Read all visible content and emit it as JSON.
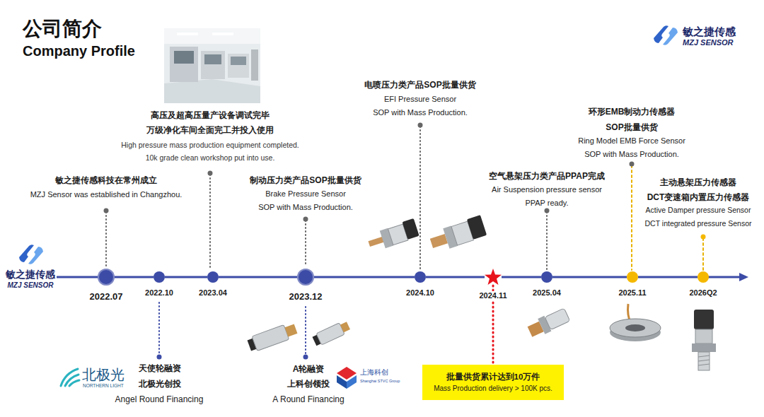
{
  "diagram": {
    "title": "公司简介",
    "nodes": [
      {
        "text": [
          "2022.07"
        ]
      },
      {
        "text": [
          "2022.10"
        ]
      },
      {
        "text": [
          "2023.04"
        ]
      },
      {
        "text": [
          "2023.12"
        ]
      },
      {
        "text": [
          "2024.10"
        ]
      },
      {
        "text": [
          "2024.11"
        ]
      },
      {
        "text": [
          "2025.04"
        ]
      },
      {
        "text": [
          "2025.11"
        ]
      },
      {
        "text": [
          "2026Q2"
        ]
      },
      {
        "text": [
          "批量供货累计达到10万件",
          "Mass Production delivery > 100K pcs."
        ]
      }
    ],
    "edges": [
      {
        "from": 0,
        "to": 1,
        "arrow": "none"
      },
      {
        "from": 1,
        "to": 2,
        "arrow": "none"
      },
      {
        "from": 2,
        "to": 3,
        "arrow": "none"
      },
      {
        "from": 3,
        "to": 4,
        "arrow": "none"
      },
      {
        "from": 4,
        "to": 5,
        "arrow": "none"
      },
      {
        "from": 5,
        "to": 6,
        "arrow": "none"
      },
      {
        "from": 6,
        "to": 7,
        "arrow": "none"
      },
      {
        "from": 7,
        "to": 8,
        "arrow": "none"
      },
      {
        "from": 5,
        "to": 9,
        "arrow": "none"
      }
    ],
    "labels": [
      "Company Profile",
      "敏之捷传感",
      "MZJ SENSOR",
      "敏之捷传感",
      "MZJ SENSOR",
      "敏之捷传感科技在常州成立",
      "MZJ Sensor was established in Changzhou.",
      "高压及超高压量产设备调试完毕",
      "万级净化车间全面完工并投入使用",
      "High pressure mass production equipment completed.",
      "10k grade clean workshop put into use.",
      "天使轮融资",
      "北极光创投",
      "Angel Round Financing",
      "北极光",
      "NORTHERN LIGHT",
      "制动压力类产品SOP批量供货",
      "Brake Pressure Sensor",
      "SOP with Mass Production.",
      "A轮融资",
      "上科创领投",
      "A Round Financing",
      "上海科创",
      "Shanghai STVC Group",
      "电喷压力类产品SOP批量供货",
      "EFI Pressure Sensor",
      "SOP with Mass Production.",
      "空气悬架压力类产品PPAP完成",
      "Air Suspension pressure sensor",
      "PPAP ready.",
      "环形EMB制动力传感器",
      "SOP批量供货",
      "Ring Model EMB Force Sensor",
      "SOP with Mass Production.",
      "主动悬架压力传感器",
      "DCT变速箱内置压力传感器",
      "Active Damper pressure Sensor",
      "DCT integrated pressure Sensor"
    ]
  }
}
